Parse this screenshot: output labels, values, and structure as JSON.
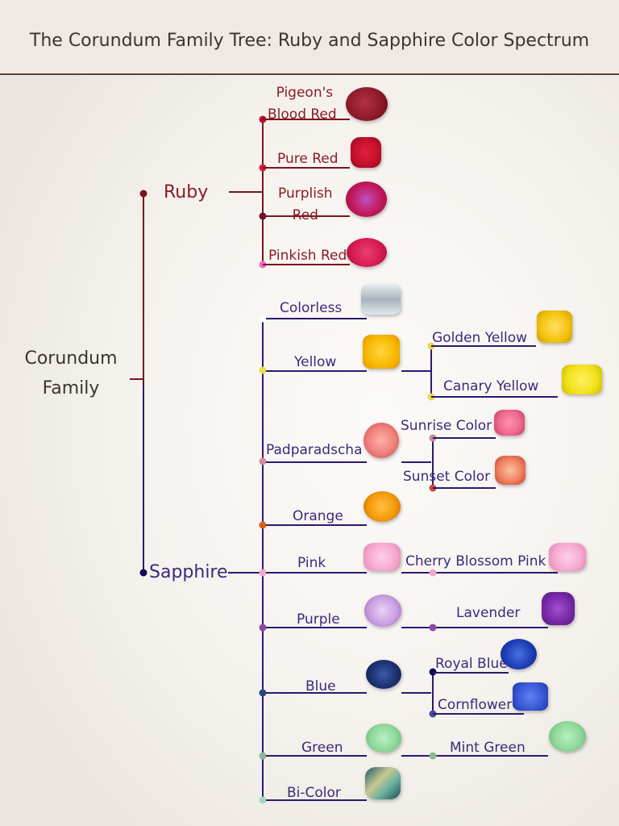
{
  "title": "The Corundum Family Tree: Ruby and Sapphire Color Spectrum",
  "root": {
    "line1": "Corundum",
    "line2": "Family"
  },
  "ruby": {
    "label": "Ruby",
    "color": "#7a1420",
    "varieties": [
      {
        "label_line1": "Pigeon's",
        "label_line2": "Blood Red",
        "dot": "#b5122a",
        "gem": "#8e1a28"
      },
      {
        "label": "Pure Red",
        "dot": "#d01f3a",
        "gem": "#c8102e"
      },
      {
        "label_line1": "Purplish",
        "label_line2": "Red",
        "dot": "#6a1238",
        "gem": "#c2185b"
      },
      {
        "label": "Pinkish Red",
        "dot": "#f06ab8",
        "gem": "#d81b55"
      }
    ]
  },
  "sapphire": {
    "label": "Sapphire",
    "color": "#2b1a6e",
    "varieties": [
      {
        "label": "Colorless",
        "dot": "#ffffff",
        "gem": "#c9d2d8"
      },
      {
        "label": "Yellow",
        "dot": "#e8e04a",
        "gem": "#f7b800",
        "sub": [
          {
            "label": "Golden Yellow",
            "dot": "#e8d84a",
            "gem": "#f4c20d"
          },
          {
            "label": "Canary Yellow",
            "dot": "#e8d84a",
            "gem": "#f2e01a"
          }
        ]
      },
      {
        "label": "Padparadscha",
        "dot": "#d58aa0",
        "gem": "#ef7f7a",
        "sub": [
          {
            "label": "Sunrise Color",
            "dot": "#c98a94",
            "gem": "#f06a90"
          },
          {
            "label": "Sunset Color",
            "dot": "#cc4a4a",
            "gem": "#f08060"
          }
        ]
      },
      {
        "label": "Orange",
        "dot": "#d8601a",
        "gem": "#f59a0a"
      },
      {
        "label": "Pink",
        "dot": "#f0a8cc",
        "gem": "#f5a8cf",
        "sub": [
          {
            "label": "Cherry Blossom Pink",
            "dot": "#f0a8cc",
            "gem": "#f5a8cf"
          }
        ]
      },
      {
        "label": "Purple",
        "dot": "#8a4aa0",
        "gem": "#c9a0e0",
        "sub": [
          {
            "label": "Lavender",
            "dot": "#8a4aa0",
            "gem": "#7a2aa8"
          }
        ]
      },
      {
        "label": "Blue",
        "dot": "#2a4a7a",
        "gem": "#1d3270",
        "sub": [
          {
            "label": "Royal Blue",
            "dot": "#0a0a4a",
            "gem": "#1f3fb8"
          },
          {
            "label": "Cornflower",
            "dot": "#4a4aa0",
            "gem": "#3a5ad8"
          }
        ]
      },
      {
        "label": "Green",
        "dot": "#8ab890",
        "gem": "#8fd89a",
        "sub": [
          {
            "label": "Mint Green",
            "dot": "#8ab890",
            "gem": "#8fd89a"
          }
        ]
      },
      {
        "label": "Bi-Color",
        "dot": "#a0d8c0",
        "gem": "#6ab0a0"
      }
    ]
  }
}
